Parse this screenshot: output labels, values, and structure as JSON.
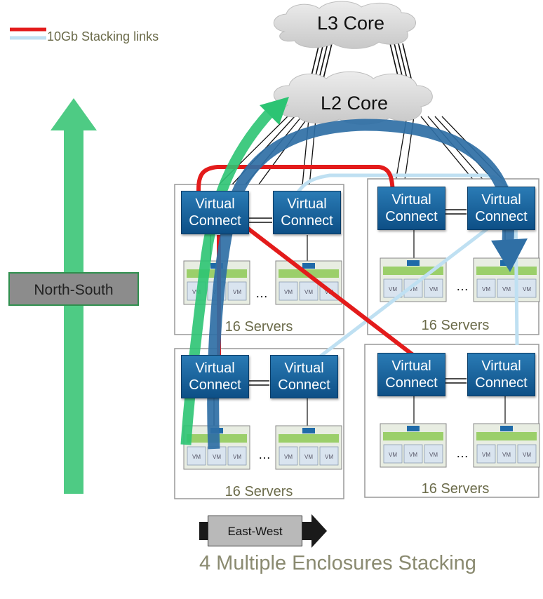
{
  "legend": {
    "label": "10Gb Stacking links",
    "colors": [
      "#e31b1b",
      "#bfe0f2"
    ]
  },
  "clouds": {
    "l3": "L3 Core",
    "l2": "L2 Core"
  },
  "north_south": {
    "label": "North-South",
    "color": "#4ecb84"
  },
  "east_west": {
    "label": "East-West"
  },
  "enclosures": [
    {
      "vc_a": [
        "Virtual",
        "Connect"
      ],
      "vc_b": [
        "Virtual",
        "Connect"
      ],
      "servers": "16 Servers",
      "ellipsis": "…"
    },
    {
      "vc_a": [
        "Virtual",
        "Connect"
      ],
      "vc_b": [
        "Virtual",
        "Connect"
      ],
      "servers": "16 Servers",
      "ellipsis": "…"
    },
    {
      "vc_a": [
        "Virtual",
        "Connect"
      ],
      "vc_b": [
        "Virtual",
        "Connect"
      ],
      "servers": "16 Servers",
      "ellipsis": "…"
    },
    {
      "vc_a": [
        "Virtual",
        "Connect"
      ],
      "vc_b": [
        "Virtual",
        "Connect"
      ],
      "servers": "16 Servers",
      "ellipsis": "…"
    }
  ],
  "server_block": {
    "vm_label": "VM"
  },
  "caption": "4 Multiple Enclosures Stacking",
  "colors": {
    "vc_blue": "#1565a3",
    "flow_blue": "#2f6fa5",
    "flow_green": "#2cc473",
    "stack_red": "#e31b1b",
    "stack_light": "#bfe0f2"
  }
}
